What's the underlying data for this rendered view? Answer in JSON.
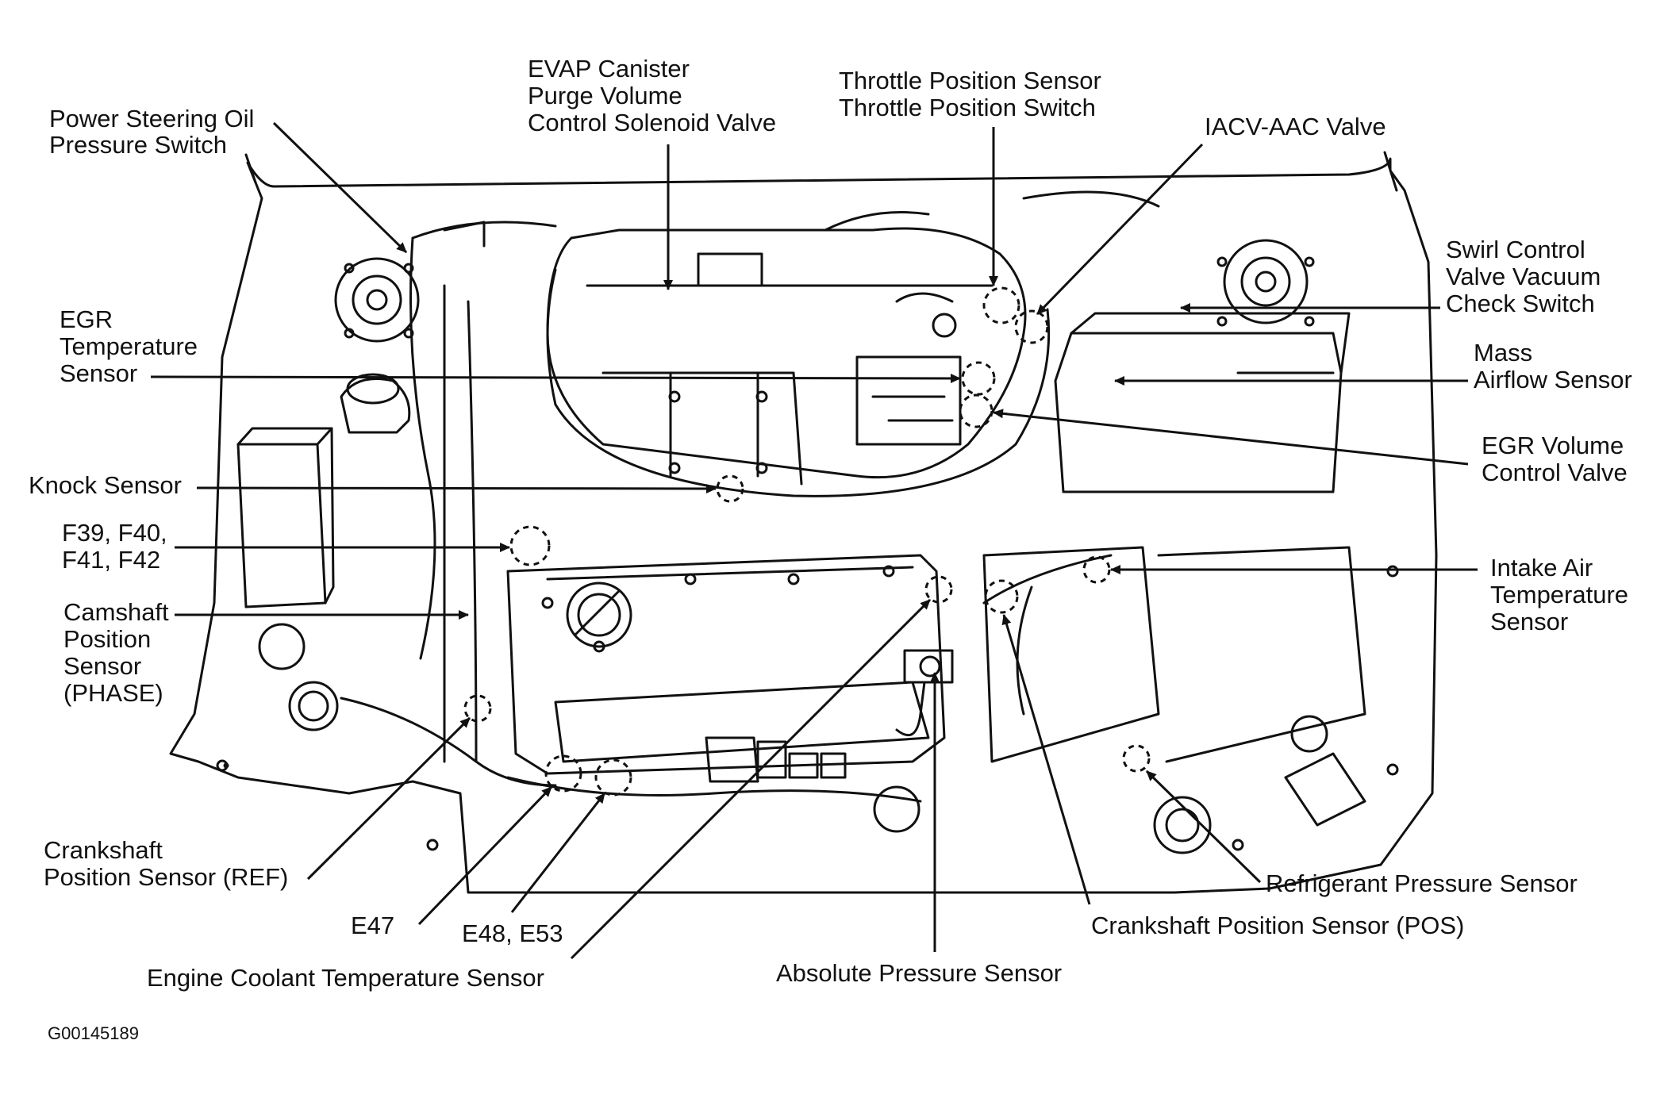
{
  "labels": {
    "power_steering": [
      "Power Steering Oil",
      "Pressure Switch"
    ],
    "evap": [
      "EVAP Canister",
      "Purge Volume",
      "Control Solenoid Valve"
    ],
    "throttle": [
      "Throttle Position Sensor",
      "Throttle Position Switch"
    ],
    "iacv": [
      "IACV-AAC Valve"
    ],
    "swirl": [
      "Swirl Control",
      "Valve Vacuum",
      "Check Switch"
    ],
    "egr_temp": [
      "EGR",
      "Temperature",
      "Sensor"
    ],
    "maf": [
      "Mass",
      "Airflow Sensor"
    ],
    "egr_volume": [
      "EGR Volume",
      "Control Valve"
    ],
    "knock": [
      "Knock Sensor"
    ],
    "f39": [
      "F39, F40,",
      "F41, F42"
    ],
    "camshaft": [
      "Camshaft",
      "Position",
      "Sensor",
      "(PHASE)"
    ],
    "iat": [
      "Intake Air",
      "Temperature",
      "Sensor"
    ],
    "crank_ref": [
      "Crankshaft",
      "Position Sensor (REF)"
    ],
    "e47": [
      "E47"
    ],
    "e48": [
      "E48, E53"
    ],
    "ect": [
      "Engine Coolant Temperature Sensor"
    ],
    "abs_pressure": [
      "Absolute Pressure Sensor"
    ],
    "crank_pos": [
      "Crankshaft Position Sensor (POS)"
    ],
    "refrigerant": [
      "Refrigerant Pressure Sensor"
    ]
  },
  "figure_code": "G00145189",
  "colors": {
    "ink": "#111111",
    "paper": "#ffffff"
  }
}
